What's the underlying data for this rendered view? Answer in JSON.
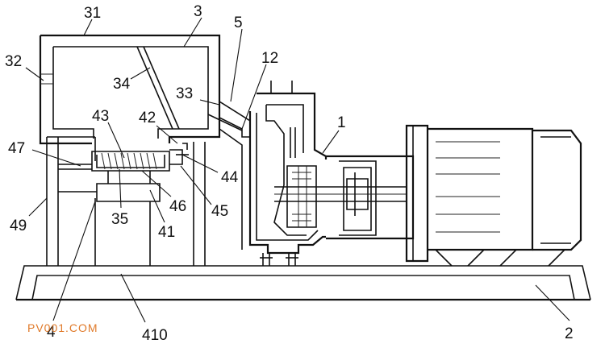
{
  "labels": {
    "l31": "31",
    "l3": "3",
    "l5": "5",
    "l32": "32",
    "l12": "12",
    "l34": "34",
    "l33": "33",
    "l43": "43",
    "l42": "42",
    "l1": "1",
    "l47": "47",
    "l44": "44",
    "l46": "46",
    "l45": "45",
    "l49": "49",
    "l35": "35",
    "l41": "41",
    "l4": "4",
    "l410": "410",
    "l2": "2"
  },
  "watermark": "PV001.COM"
}
